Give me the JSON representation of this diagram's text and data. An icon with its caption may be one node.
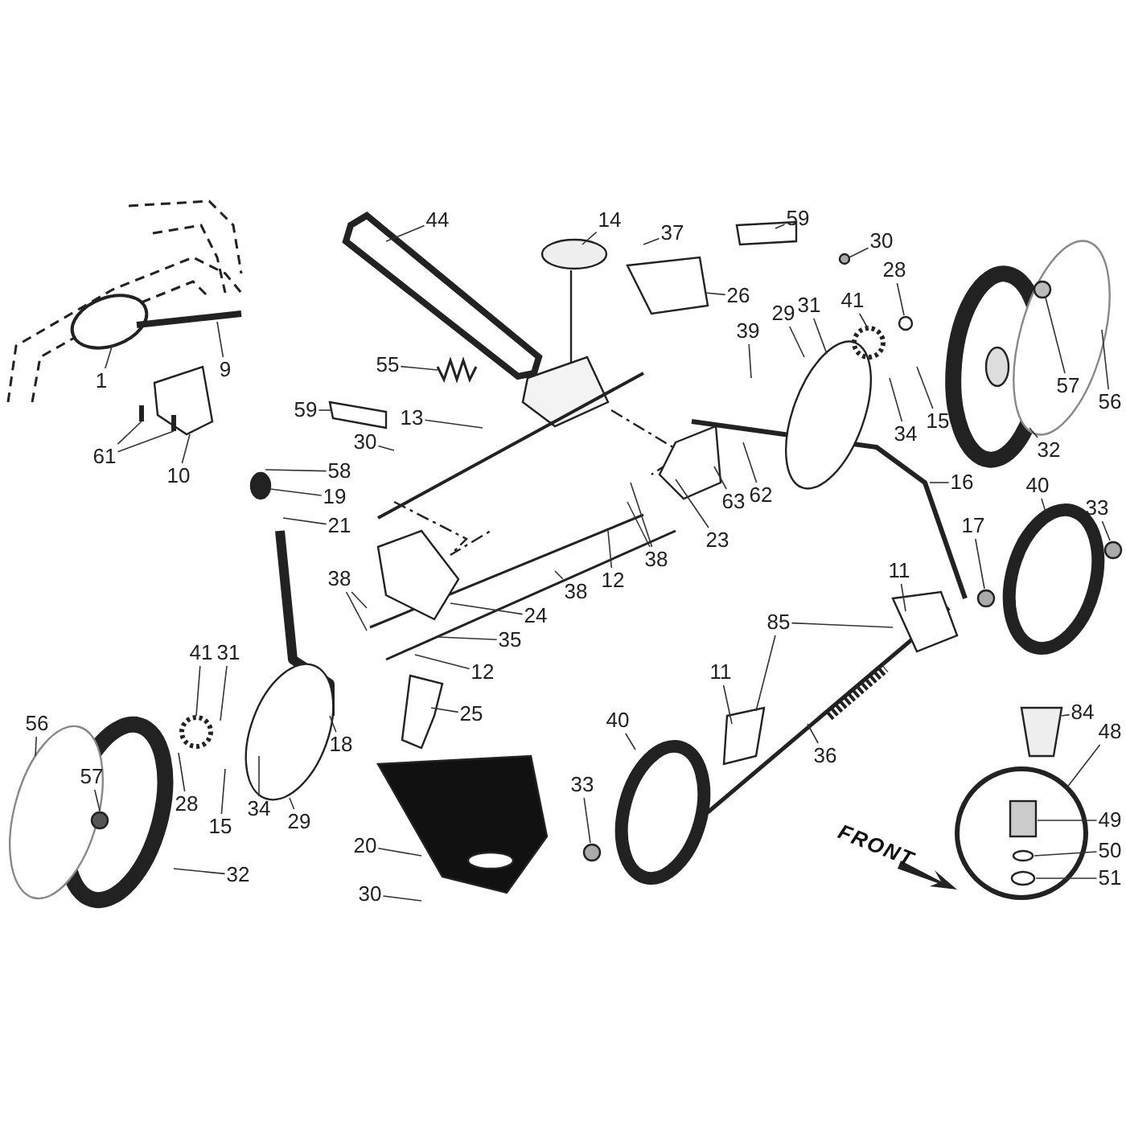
{
  "diagram": {
    "nodes": [
      {
        "text": [
          "44"
        ]
      },
      {
        "text": [
          "14"
        ]
      },
      {
        "text": [
          "37"
        ]
      },
      {
        "text": [
          "59"
        ]
      },
      {
        "text": [
          "30"
        ]
      },
      {
        "text": [
          "1"
        ]
      },
      {
        "text": [
          "9"
        ]
      },
      {
        "text": [
          "61"
        ]
      },
      {
        "text": [
          "10"
        ]
      },
      {
        "text": [
          "55"
        ]
      },
      {
        "text": [
          "26"
        ]
      },
      {
        "text": [
          "41"
        ]
      },
      {
        "text": [
          "28"
        ]
      },
      {
        "text": [
          "31"
        ]
      },
      {
        "text": [
          "29"
        ]
      },
      {
        "text": [
          "39"
        ]
      },
      {
        "text": [
          "57"
        ]
      },
      {
        "text": [
          "56"
        ]
      },
      {
        "text": [
          "32"
        ]
      },
      {
        "text": [
          "15"
        ]
      },
      {
        "text": [
          "34"
        ]
      },
      {
        "text": [
          "59"
        ]
      },
      {
        "text": [
          "13"
        ]
      },
      {
        "text": [
          "30"
        ]
      },
      {
        "text": [
          "16"
        ]
      },
      {
        "text": [
          "58"
        ]
      },
      {
        "text": [
          "19"
        ]
      },
      {
        "text": [
          "21"
        ]
      },
      {
        "text": [
          "63"
        ]
      },
      {
        "text": [
          "62"
        ]
      },
      {
        "text": [
          "23"
        ]
      },
      {
        "text": [
          "40"
        ]
      },
      {
        "text": [
          "33"
        ]
      },
      {
        "text": [
          "17"
        ]
      },
      {
        "text": [
          "38"
        ]
      },
      {
        "text": [
          "12"
        ]
      },
      {
        "text": [
          "38"
        ]
      },
      {
        "text": [
          "38"
        ]
      },
      {
        "text": [
          "24"
        ]
      },
      {
        "text": [
          "35"
        ]
      },
      {
        "text": [
          "12"
        ]
      },
      {
        "text": [
          "11"
        ]
      },
      {
        "text": [
          "85"
        ]
      },
      {
        "text": [
          "11"
        ]
      },
      {
        "text": [
          "41"
        ]
      },
      {
        "text": [
          "31"
        ]
      },
      {
        "text": [
          "25"
        ]
      },
      {
        "text": [
          "18"
        ]
      },
      {
        "text": [
          "40"
        ]
      },
      {
        "text": [
          "36"
        ]
      },
      {
        "text": [
          "56"
        ]
      },
      {
        "text": [
          "57"
        ]
      },
      {
        "text": [
          "28"
        ]
      },
      {
        "text": [
          "34"
        ]
      },
      {
        "text": [
          "15"
        ]
      },
      {
        "text": [
          "29"
        ]
      },
      {
        "text": [
          "84"
        ]
      },
      {
        "text": [
          "48"
        ]
      },
      {
        "text": [
          "49"
        ]
      },
      {
        "text": [
          "50"
        ]
      },
      {
        "text": [
          "51"
        ]
      },
      {
        "text": [
          "20"
        ]
      },
      {
        "text": [
          "30"
        ]
      },
      {
        "text": [
          "32"
        ]
      },
      {
        "text": [
          "33"
        ]
      }
    ],
    "edges": [
      {
        "from": 0,
        "to": null,
        "arrow": "none"
      },
      {
        "from": 1,
        "to": null,
        "arrow": "none"
      },
      {
        "from": 2,
        "to": null,
        "arrow": "none"
      },
      {
        "from": 3,
        "to": null,
        "arrow": "none"
      },
      {
        "from": 4,
        "to": null,
        "arrow": "none"
      },
      {
        "from": 5,
        "to": null,
        "arrow": "none"
      },
      {
        "from": 6,
        "to": null,
        "arrow": "none"
      },
      {
        "from": 7,
        "to": null,
        "arrow": "none"
      },
      {
        "from": 7,
        "to": null,
        "arrow": "none"
      },
      {
        "from": 8,
        "to": null,
        "arrow": "none"
      },
      {
        "from": 9,
        "to": null,
        "arrow": "none"
      },
      {
        "from": 10,
        "to": null,
        "arrow": "none"
      },
      {
        "from": 11,
        "to": null,
        "arrow": "none"
      },
      {
        "from": 12,
        "to": null,
        "arrow": "none"
      },
      {
        "from": 13,
        "to": null,
        "arrow": "none"
      },
      {
        "from": 14,
        "to": null,
        "arrow": "none"
      },
      {
        "from": 15,
        "to": null,
        "arrow": "none"
      },
      {
        "from": 16,
        "to": null,
        "arrow": "none"
      },
      {
        "from": 17,
        "to": null,
        "arrow": "none"
      },
      {
        "from": 18,
        "to": null,
        "arrow": "none"
      },
      {
        "from": 19,
        "to": null,
        "arrow": "none"
      },
      {
        "from": 20,
        "to": null,
        "arrow": "none"
      },
      {
        "from": 21,
        "to": null,
        "arrow": "none"
      },
      {
        "from": 22,
        "to": null,
        "arrow": "none"
      },
      {
        "from": 23,
        "to": null,
        "arrow": "none"
      },
      {
        "from": 24,
        "to": null,
        "arrow": "none"
      },
      {
        "from": 25,
        "to": null,
        "arrow": "none"
      },
      {
        "from": 26,
        "to": null,
        "arrow": "none"
      },
      {
        "from": 27,
        "to": null,
        "arrow": "none"
      },
      {
        "from": 28,
        "to": null,
        "arrow": "none"
      },
      {
        "from": 29,
        "to": null,
        "arrow": "none"
      },
      {
        "from": 30,
        "to": null,
        "arrow": "none"
      },
      {
        "from": 31,
        "to": null,
        "arrow": "none"
      },
      {
        "from": 32,
        "to": null,
        "arrow": "none"
      },
      {
        "from": 33,
        "to": null,
        "arrow": "none"
      },
      {
        "from": 34,
        "to": null,
        "arrow": "none"
      },
      {
        "from": 34,
        "to": null,
        "arrow": "none"
      },
      {
        "from": 35,
        "to": null,
        "arrow": "none"
      },
      {
        "from": 36,
        "to": null,
        "arrow": "none"
      },
      {
        "from": 37,
        "to": null,
        "arrow": "none"
      },
      {
        "from": 37,
        "to": null,
        "arrow": "none"
      },
      {
        "from": 38,
        "to": null,
        "arrow": "none"
      },
      {
        "from": 39,
        "to": null,
        "arrow": "none"
      },
      {
        "from": 40,
        "to": null,
        "arrow": "none"
      },
      {
        "from": 41,
        "to": null,
        "arrow": "none"
      },
      {
        "from": 42,
        "to": null,
        "arrow": "none"
      },
      {
        "from": 42,
        "to": null,
        "arrow": "none"
      },
      {
        "from": 43,
        "to": null,
        "arrow": "none"
      },
      {
        "from": 44,
        "to": null,
        "arrow": "none"
      },
      {
        "from": 45,
        "to": null,
        "arrow": "none"
      },
      {
        "from": 46,
        "to": null,
        "arrow": "none"
      },
      {
        "from": 47,
        "to": null,
        "arrow": "none"
      },
      {
        "from": 48,
        "to": null,
        "arrow": "none"
      },
      {
        "from": 49,
        "to": null,
        "arrow": "none"
      },
      {
        "from": 50,
        "to": null,
        "arrow": "none"
      },
      {
        "from": 51,
        "to": null,
        "arrow": "none"
      },
      {
        "from": 52,
        "to": null,
        "arrow": "none"
      },
      {
        "from": 53,
        "to": null,
        "arrow": "none"
      },
      {
        "from": 54,
        "to": null,
        "arrow": "none"
      },
      {
        "from": 55,
        "to": null,
        "arrow": "none"
      },
      {
        "from": 56,
        "to": null,
        "arrow": "none"
      },
      {
        "from": 57,
        "to": null,
        "arrow": "none"
      },
      {
        "from": 58,
        "to": null,
        "arrow": "none"
      },
      {
        "from": 59,
        "to": null,
        "arrow": "none"
      },
      {
        "from": 60,
        "to": null,
        "arrow": "none"
      },
      {
        "from": 61,
        "to": null,
        "arrow": "none"
      },
      {
        "from": 62,
        "to": null,
        "arrow": "none"
      },
      {
        "from": 63,
        "to": null,
        "arrow": "none"
      },
      {
        "from": 64,
        "to": null,
        "arrow": "none"
      }
    ],
    "labels": [
      "FRONT"
    ]
  }
}
